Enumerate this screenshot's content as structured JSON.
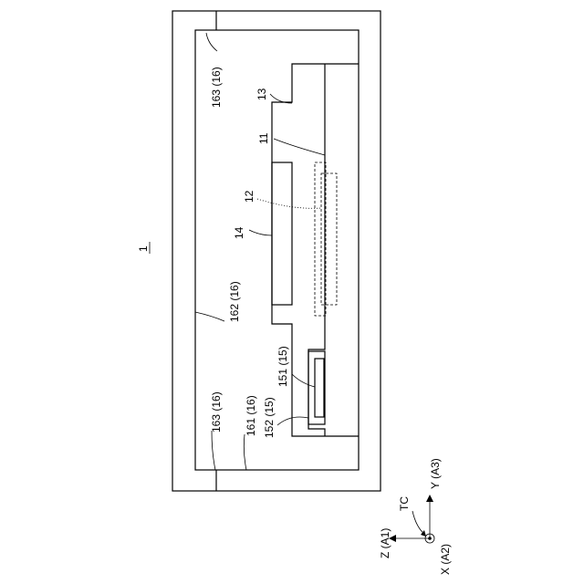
{
  "figure_number": "1",
  "labels": {
    "l13": "13",
    "l11": "11",
    "l12": "12",
    "l14": "14",
    "l163_top": "163 (16)",
    "l162": "162 (16)",
    "l163_bottom": "163 (16)",
    "l161": "161 (16)",
    "l151": "151 (15)",
    "l152": "152 (15)"
  },
  "axes": {
    "tc": "TC",
    "z": "Z (A1)",
    "y": "Y (A3)",
    "x": "X (A2)"
  }
}
